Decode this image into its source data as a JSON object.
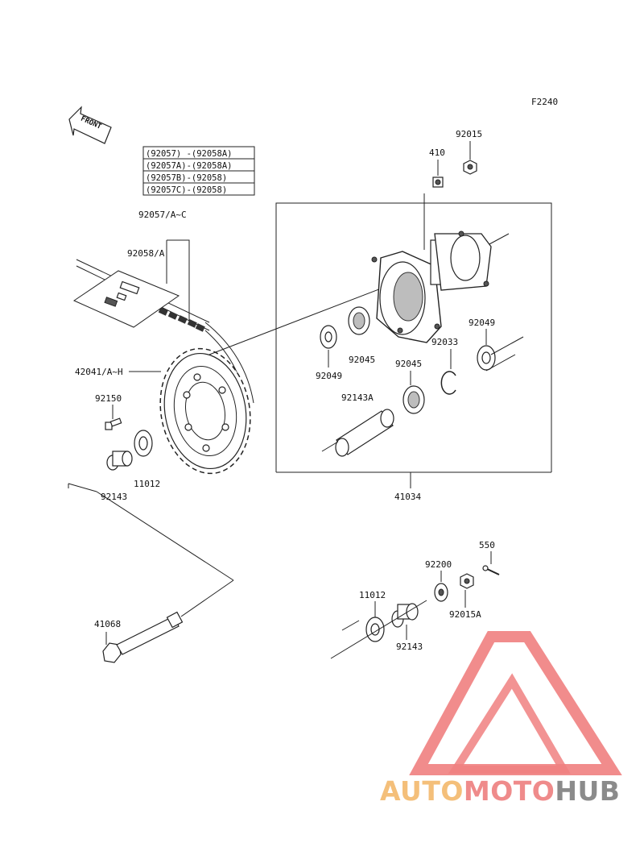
{
  "diagram_code": "F2240",
  "front_label": "FRONT",
  "chain_table": [
    "(92057) -(92058A)",
    "(92057A)-(92058A)",
    "(92057B)-(92058)",
    "(92057C)-(92058)"
  ],
  "parts": {
    "p92057": "92057/A~C",
    "p92058": "92058/A",
    "p42041": "42041/A~H",
    "p92150": "92150",
    "p92143_left": "92143",
    "p11012_left": "11012",
    "p41068": "41068",
    "p410": "410",
    "p92015": "92015",
    "p92049_left": "92049",
    "p92045_a": "92045",
    "p92045_b": "92045",
    "p92033": "92033",
    "p92049_right": "92049",
    "p92143A": "92143A",
    "p41034": "41034",
    "p550": "550",
    "p92200": "92200",
    "p11012_right": "11012",
    "p92015A": "92015A",
    "p92143_right": "92143"
  },
  "watermark": {
    "part1": "AUTO",
    "part2": "MOTO",
    "part3": "HUB",
    "colors": {
      "auto": "#f4bf7a",
      "moto": "#ef8b8b",
      "hub": "#8b8b8b",
      "triangle": "#f08080"
    }
  }
}
